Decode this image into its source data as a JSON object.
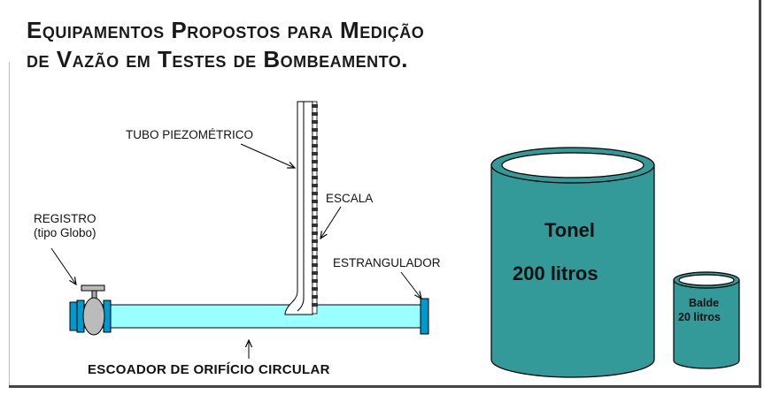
{
  "title": {
    "line1": "Equipamentos Propostos para Medição",
    "line2": "de Vazão em Testes de Bombeamento."
  },
  "labels": {
    "tubo_piezometrico": "TUBO PIEZOMÉTRICO",
    "escala": "ESCALA",
    "registro_line1": "REGISTRO",
    "registro_line2": "(tipo Globo)",
    "estrangulador": "ESTRANGULADOR",
    "escoador": "ESCOADOR DE ORIFÍCIO CIRCULAR"
  },
  "tonel": {
    "line1": "Tonel",
    "line2": "200 litros"
  },
  "balde": {
    "line1": "Balde",
    "line2": "20 litros"
  },
  "colors": {
    "pipe": "#99ffff",
    "flange": "#0099cc",
    "tank": "#339999",
    "valve": "#bbbbbb",
    "outline": "#000000"
  }
}
